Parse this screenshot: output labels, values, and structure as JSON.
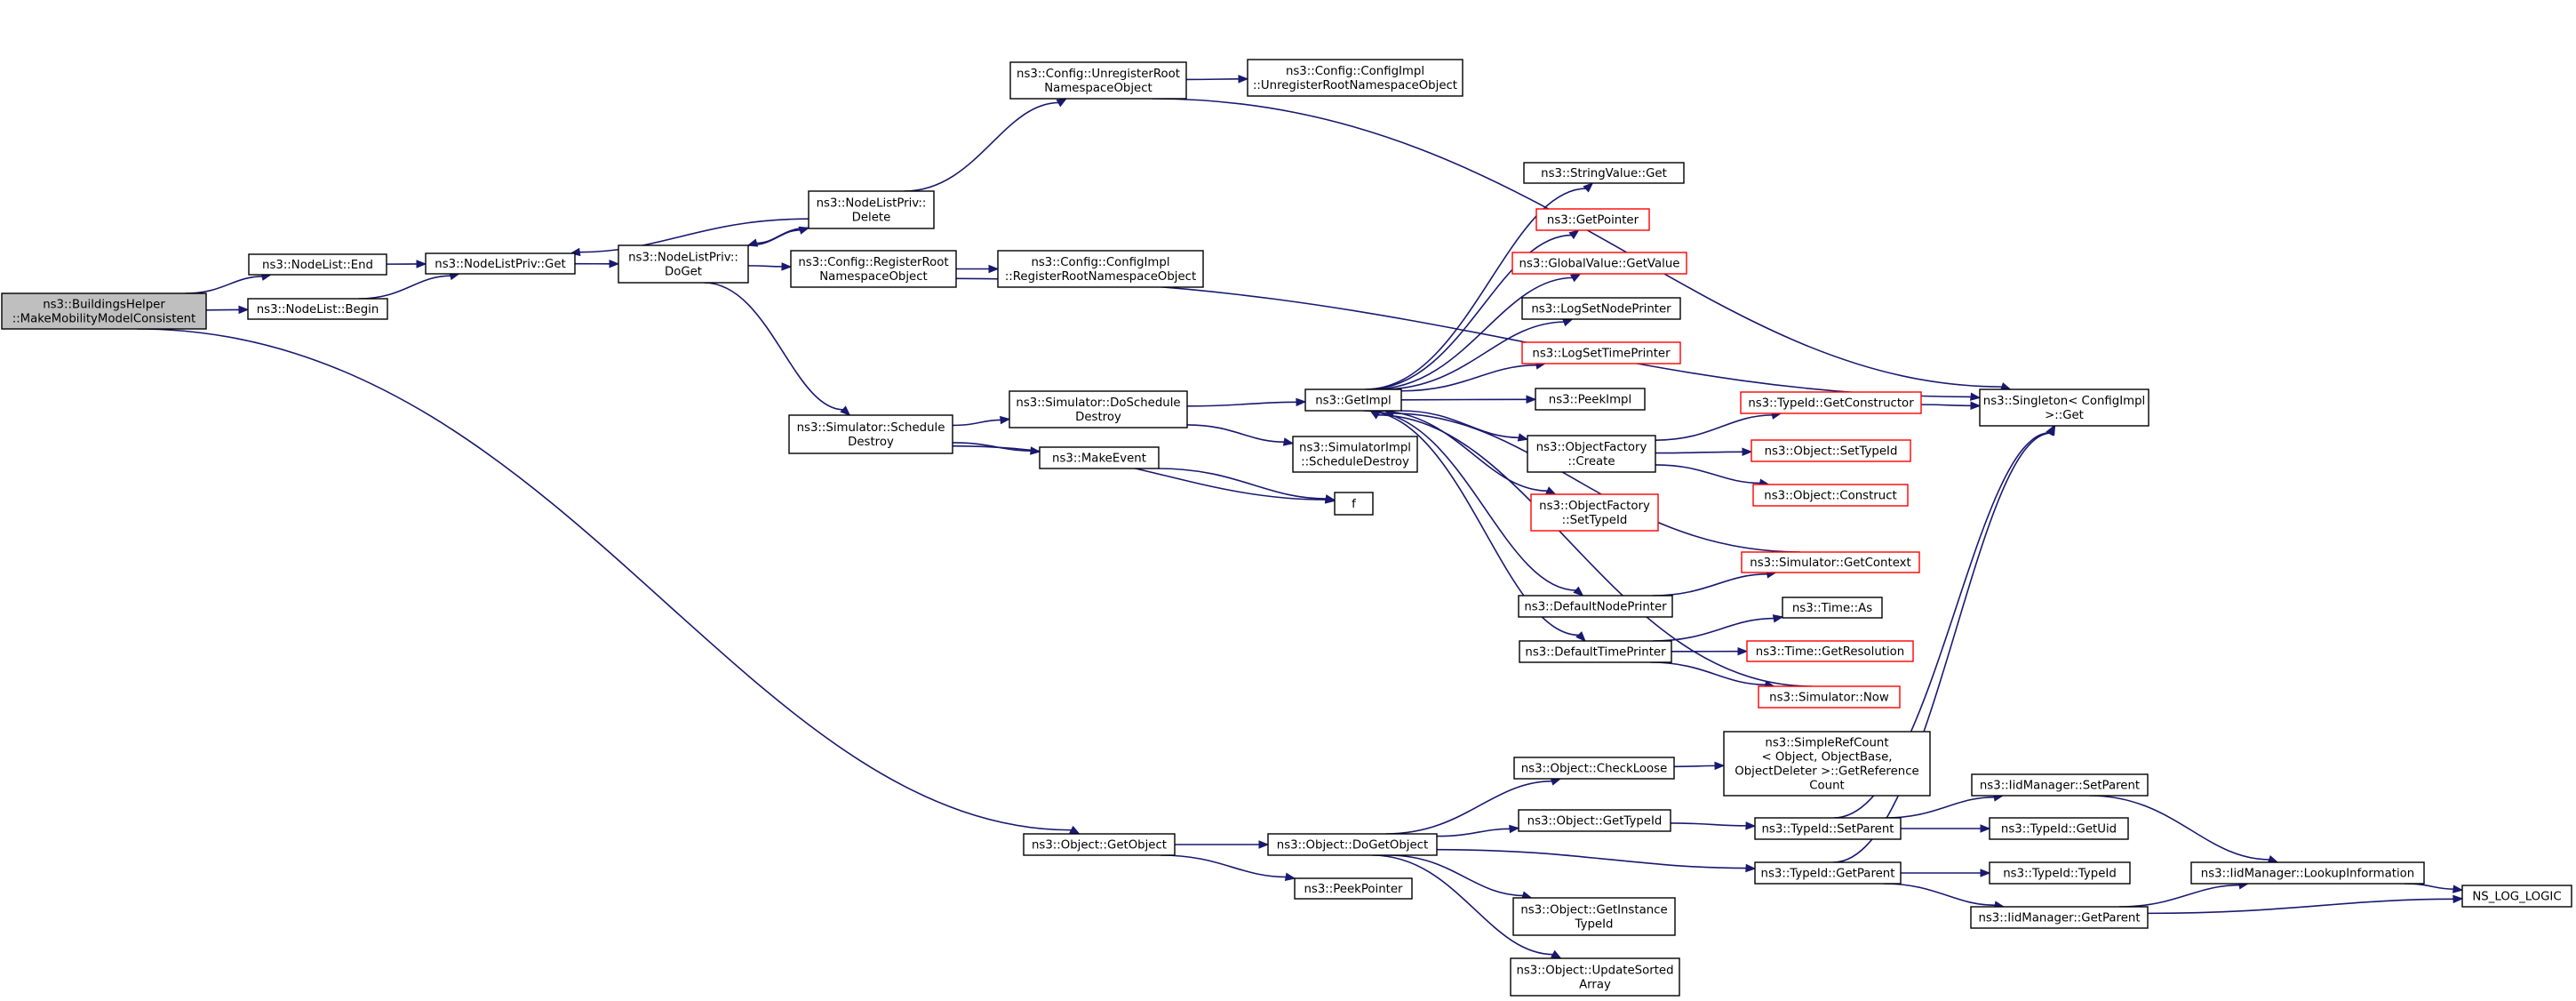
{
  "colors": {
    "edge": "#191970",
    "node_border": "#000000",
    "node_border_red": "#ff0000",
    "root_fill": "#bfbfbf"
  },
  "nodes": [
    {
      "id": "root",
      "lines": [
        "ns3::BuildingsHelper",
        "::MakeMobilityModelConsistent"
      ],
      "style": "root"
    },
    {
      "id": "nl_end",
      "lines": [
        "ns3::NodeList::End"
      ]
    },
    {
      "id": "nl_begin",
      "lines": [
        "ns3::NodeList::Begin"
      ]
    },
    {
      "id": "nlp_get",
      "lines": [
        "ns3::NodeListPriv::Get"
      ]
    },
    {
      "id": "nlp_doget",
      "lines": [
        "ns3::NodeListPriv::",
        "DoGet"
      ]
    },
    {
      "id": "nlp_delete",
      "lines": [
        "ns3::NodeListPriv::",
        "Delete"
      ]
    },
    {
      "id": "cfg_unreg",
      "lines": [
        "ns3::Config::UnregisterRoot",
        "NamespaceObject"
      ]
    },
    {
      "id": "cfgimpl_unreg",
      "lines": [
        "ns3::Config::ConfigImpl",
        "::UnregisterRootNamespaceObject"
      ]
    },
    {
      "id": "cfg_reg",
      "lines": [
        "ns3::Config::RegisterRoot",
        "NamespaceObject"
      ]
    },
    {
      "id": "cfgimpl_reg",
      "lines": [
        "ns3::Config::ConfigImpl",
        "::RegisterRootNamespaceObject"
      ]
    },
    {
      "id": "sim_schedule",
      "lines": [
        "ns3::Simulator::Schedule",
        "Destroy"
      ]
    },
    {
      "id": "sim_doschedule",
      "lines": [
        "ns3::Simulator::DoSchedule",
        "Destroy"
      ]
    },
    {
      "id": "makeevent",
      "lines": [
        "ns3::MakeEvent"
      ]
    },
    {
      "id": "f",
      "lines": [
        "f"
      ]
    },
    {
      "id": "simimpl_sched",
      "lines": [
        "ns3::SimulatorImpl",
        "::ScheduleDestroy"
      ]
    },
    {
      "id": "getimpl",
      "lines": [
        "ns3::GetImpl"
      ]
    },
    {
      "id": "stringvalue_get",
      "lines": [
        "ns3::StringValue::Get"
      ]
    },
    {
      "id": "getpointer",
      "lines": [
        "ns3::GetPointer"
      ],
      "style": "red"
    },
    {
      "id": "globalvalue",
      "lines": [
        "ns3::GlobalValue::GetValue"
      ],
      "style": "red"
    },
    {
      "id": "logsetnode",
      "lines": [
        "ns3::LogSetNodePrinter"
      ]
    },
    {
      "id": "logsettime",
      "lines": [
        "ns3::LogSetTimePrinter"
      ],
      "style": "red"
    },
    {
      "id": "peekimpl",
      "lines": [
        "ns3::PeekImpl"
      ]
    },
    {
      "id": "objfactory_create",
      "lines": [
        "ns3::ObjectFactory",
        "::Create"
      ]
    },
    {
      "id": "objfactory_settypeid",
      "lines": [
        "ns3::ObjectFactory",
        "::SetTypeId"
      ],
      "style": "red"
    },
    {
      "id": "typeid_getctor",
      "lines": [
        "ns3::TypeId::GetConstructor"
      ],
      "style": "red"
    },
    {
      "id": "object_settypeid",
      "lines": [
        "ns3::Object::SetTypeId"
      ],
      "style": "red"
    },
    {
      "id": "object_construct",
      "lines": [
        "ns3::Object::Construct"
      ],
      "style": "red"
    },
    {
      "id": "singleton_get",
      "lines": [
        "ns3::Singleton< ConfigImpl",
        ">::Get"
      ]
    },
    {
      "id": "sim_getcontext",
      "lines": [
        "ns3::Simulator::GetContext"
      ],
      "style": "red"
    },
    {
      "id": "defnodeprinter",
      "lines": [
        "ns3::DefaultNodePrinter"
      ]
    },
    {
      "id": "deftimeprinter",
      "lines": [
        "ns3::DefaultTimePrinter"
      ]
    },
    {
      "id": "time_as",
      "lines": [
        "ns3::Time::As"
      ]
    },
    {
      "id": "time_getres",
      "lines": [
        "ns3::Time::GetResolution"
      ],
      "style": "red"
    },
    {
      "id": "sim_now",
      "lines": [
        "ns3::Simulator::Now"
      ],
      "style": "red"
    },
    {
      "id": "obj_getobject",
      "lines": [
        "ns3::Object::GetObject"
      ]
    },
    {
      "id": "obj_dogetobject",
      "lines": [
        "ns3::Object::DoGetObject"
      ]
    },
    {
      "id": "peekpointer",
      "lines": [
        "ns3::PeekPointer"
      ]
    },
    {
      "id": "obj_checkloose",
      "lines": [
        "ns3::Object::CheckLoose"
      ]
    },
    {
      "id": "simplerefcount",
      "lines": [
        "ns3::SimpleRefCount",
        "< Object, ObjectBase,",
        "ObjectDeleter >::GetReference",
        "Count"
      ]
    },
    {
      "id": "obj_gettypeid",
      "lines": [
        "ns3::Object::GetTypeId"
      ]
    },
    {
      "id": "typeid_setparent",
      "lines": [
        "ns3::TypeId::SetParent"
      ]
    },
    {
      "id": "typeid_getparent",
      "lines": [
        "ns3::TypeId::GetParent"
      ]
    },
    {
      "id": "obj_getinstance",
      "lines": [
        "ns3::Object::GetInstance",
        "TypeId"
      ]
    },
    {
      "id": "obj_updatesorted",
      "lines": [
        "ns3::Object::UpdateSorted",
        "Array"
      ]
    },
    {
      "id": "iidmgr_setparent",
      "lines": [
        "ns3::IidManager::SetParent"
      ]
    },
    {
      "id": "typeid_getuid",
      "lines": [
        "ns3::TypeId::GetUid"
      ]
    },
    {
      "id": "typeid_typeid",
      "lines": [
        "ns3::TypeId::TypeId"
      ]
    },
    {
      "id": "iidmgr_getparent",
      "lines": [
        "ns3::IidManager::GetParent"
      ]
    },
    {
      "id": "iidmgr_lookup",
      "lines": [
        "ns3::IidManager::LookupInformation"
      ]
    },
    {
      "id": "ns_log_logic",
      "lines": [
        "NS_LOG_LOGIC"
      ]
    }
  ],
  "edges": [
    [
      "root",
      "nl_end"
    ],
    [
      "root",
      "nl_begin"
    ],
    [
      "root",
      "obj_getobject"
    ],
    [
      "nl_end",
      "nlp_get"
    ],
    [
      "nl_begin",
      "nlp_get"
    ],
    [
      "nlp_get",
      "nlp_doget"
    ],
    [
      "nlp_delete",
      "nlp_get"
    ],
    [
      "nlp_doget",
      "nlp_delete"
    ],
    [
      "nlp_delete",
      "nlp_doget"
    ],
    [
      "nlp_doget",
      "cfg_reg"
    ],
    [
      "nlp_doget",
      "sim_schedule"
    ],
    [
      "nlp_delete",
      "cfg_unreg"
    ],
    [
      "cfg_unreg",
      "cfgimpl_unreg"
    ],
    [
      "cfg_unreg",
      "singleton_get"
    ],
    [
      "cfg_reg",
      "cfgimpl_reg"
    ],
    [
      "cfg_reg",
      "singleton_get"
    ],
    [
      "sim_schedule",
      "sim_doschedule"
    ],
    [
      "sim_schedule",
      "makeevent"
    ],
    [
      "sim_schedule",
      "f"
    ],
    [
      "sim_doschedule",
      "getimpl"
    ],
    [
      "sim_doschedule",
      "simimpl_sched"
    ],
    [
      "makeevent",
      "f"
    ],
    [
      "getimpl",
      "stringvalue_get"
    ],
    [
      "getimpl",
      "getpointer"
    ],
    [
      "getimpl",
      "globalvalue"
    ],
    [
      "getimpl",
      "logsetnode"
    ],
    [
      "getimpl",
      "logsettime"
    ],
    [
      "getimpl",
      "peekimpl"
    ],
    [
      "getimpl",
      "objfactory_create"
    ],
    [
      "getimpl",
      "objfactory_settypeid"
    ],
    [
      "getimpl",
      "defnodeprinter"
    ],
    [
      "getimpl",
      "deftimeprinter"
    ],
    [
      "objfactory_create",
      "typeid_getctor"
    ],
    [
      "objfactory_create",
      "object_settypeid"
    ],
    [
      "objfactory_create",
      "object_construct"
    ],
    [
      "typeid_getctor",
      "singleton_get"
    ],
    [
      "defnodeprinter",
      "sim_getcontext"
    ],
    [
      "deftimeprinter",
      "time_as"
    ],
    [
      "deftimeprinter",
      "time_getres"
    ],
    [
      "deftimeprinter",
      "sim_now"
    ],
    [
      "sim_getcontext",
      "getimpl"
    ],
    [
      "sim_now",
      "getimpl"
    ],
    [
      "obj_getobject",
      "obj_dogetobject"
    ],
    [
      "obj_getobject",
      "peekpointer"
    ],
    [
      "obj_dogetobject",
      "obj_checkloose"
    ],
    [
      "obj_dogetobject",
      "obj_gettypeid"
    ],
    [
      "obj_dogetobject",
      "typeid_getparent"
    ],
    [
      "obj_dogetobject",
      "obj_getinstance"
    ],
    [
      "obj_dogetobject",
      "obj_updatesorted"
    ],
    [
      "obj_checkloose",
      "simplerefcount"
    ],
    [
      "obj_gettypeid",
      "typeid_setparent"
    ],
    [
      "typeid_setparent",
      "iidmgr_setparent"
    ],
    [
      "typeid_setparent",
      "typeid_getuid"
    ],
    [
      "typeid_setparent",
      "singleton_get"
    ],
    [
      "typeid_getparent",
      "typeid_typeid"
    ],
    [
      "typeid_getparent",
      "iidmgr_getparent"
    ],
    [
      "typeid_getparent",
      "singleton_get"
    ],
    [
      "iidmgr_setparent",
      "iidmgr_lookup"
    ],
    [
      "iidmgr_getparent",
      "iidmgr_lookup"
    ],
    [
      "iidmgr_getparent",
      "ns_log_logic"
    ],
    [
      "iidmgr_lookup",
      "ns_log_logic"
    ]
  ]
}
